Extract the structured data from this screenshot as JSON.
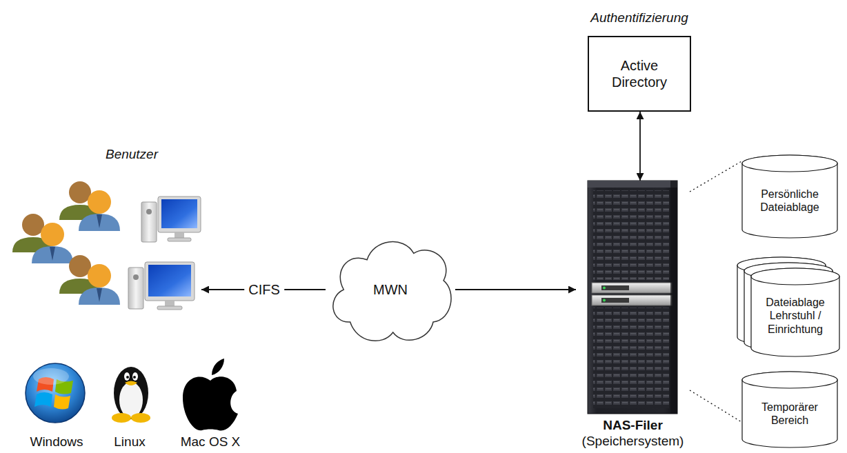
{
  "diagram": {
    "nodes": [
      {
        "text": [
          "Benutzer"
        ]
      },
      {
        "text": [
          "MWN"
        ]
      },
      {
        "text": [
          "Authentifizierung",
          "Active Directory"
        ]
      },
      {
        "text": [
          "NAS-Filer",
          "(Speichersystem)"
        ]
      },
      {
        "text": [
          "Persönliche Dateiablage"
        ]
      },
      {
        "text": [
          "Dateiablage Lehrstuhl / Einrichtung"
        ]
      },
      {
        "text": [
          "Temporärer Bereich"
        ]
      }
    ],
    "edges": [
      {
        "from": 1,
        "to": 0,
        "label": "CIFS",
        "arrow": "to"
      },
      {
        "from": 1,
        "to": 3,
        "arrow": "to"
      },
      {
        "from": 3,
        "to": 2,
        "arrow": "both"
      },
      {
        "from": 3,
        "to": 4,
        "arrow": "none"
      },
      {
        "from": 3,
        "to": 6,
        "arrow": "none"
      }
    ],
    "labels": [
      "Windows",
      "Linux",
      "Mac OS X"
    ]
  }
}
